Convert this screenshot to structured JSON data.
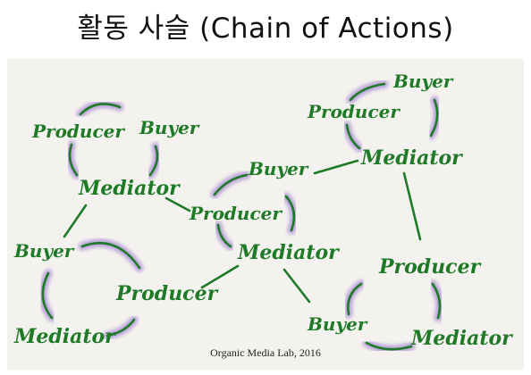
{
  "title": "활동 사슬 (Chain of Actions)",
  "caption": "Organic Media Lab, 2016",
  "colors": {
    "board": "#f4f2ee",
    "ink": "#1f7a28",
    "ring_glow": "#b9a3d9"
  },
  "groups": [
    {
      "id": "top-left",
      "nodes": [
        {
          "role": "producer",
          "label": "Producer"
        },
        {
          "role": "buyer",
          "label": "Buyer"
        },
        {
          "role": "mediator",
          "label": "Mediator"
        }
      ]
    },
    {
      "id": "top-right",
      "nodes": [
        {
          "role": "buyer",
          "label": "Buyer"
        },
        {
          "role": "producer",
          "label": "Producer"
        },
        {
          "role": "mediator",
          "label": "Mediator"
        }
      ]
    },
    {
      "id": "center",
      "nodes": [
        {
          "role": "buyer",
          "label": "Buyer"
        },
        {
          "role": "producer",
          "label": "Producer"
        },
        {
          "role": "mediator",
          "label": "Mediator"
        }
      ]
    },
    {
      "id": "bottom-left",
      "nodes": [
        {
          "role": "buyer",
          "label": "Buyer"
        },
        {
          "role": "producer",
          "label": "Producer"
        },
        {
          "role": "mediator",
          "label": "Mediator"
        }
      ]
    },
    {
      "id": "bottom-right",
      "nodes": [
        {
          "role": "producer",
          "label": "Producer"
        },
        {
          "role": "buyer",
          "label": "Buyer"
        },
        {
          "role": "mediator",
          "label": "Mediator"
        }
      ]
    }
  ],
  "links": [
    {
      "from": "top-left.mediator",
      "to": "center.producer"
    },
    {
      "from": "top-left.mediator",
      "to": "bottom-left.buyer"
    },
    {
      "from": "center.buyer",
      "to": "top-right.mediator"
    },
    {
      "from": "center.mediator",
      "to": "bottom-left.producer"
    },
    {
      "from": "center.mediator",
      "to": "bottom-right.buyer"
    },
    {
      "from": "top-right.mediator",
      "to": "bottom-right.producer"
    }
  ]
}
